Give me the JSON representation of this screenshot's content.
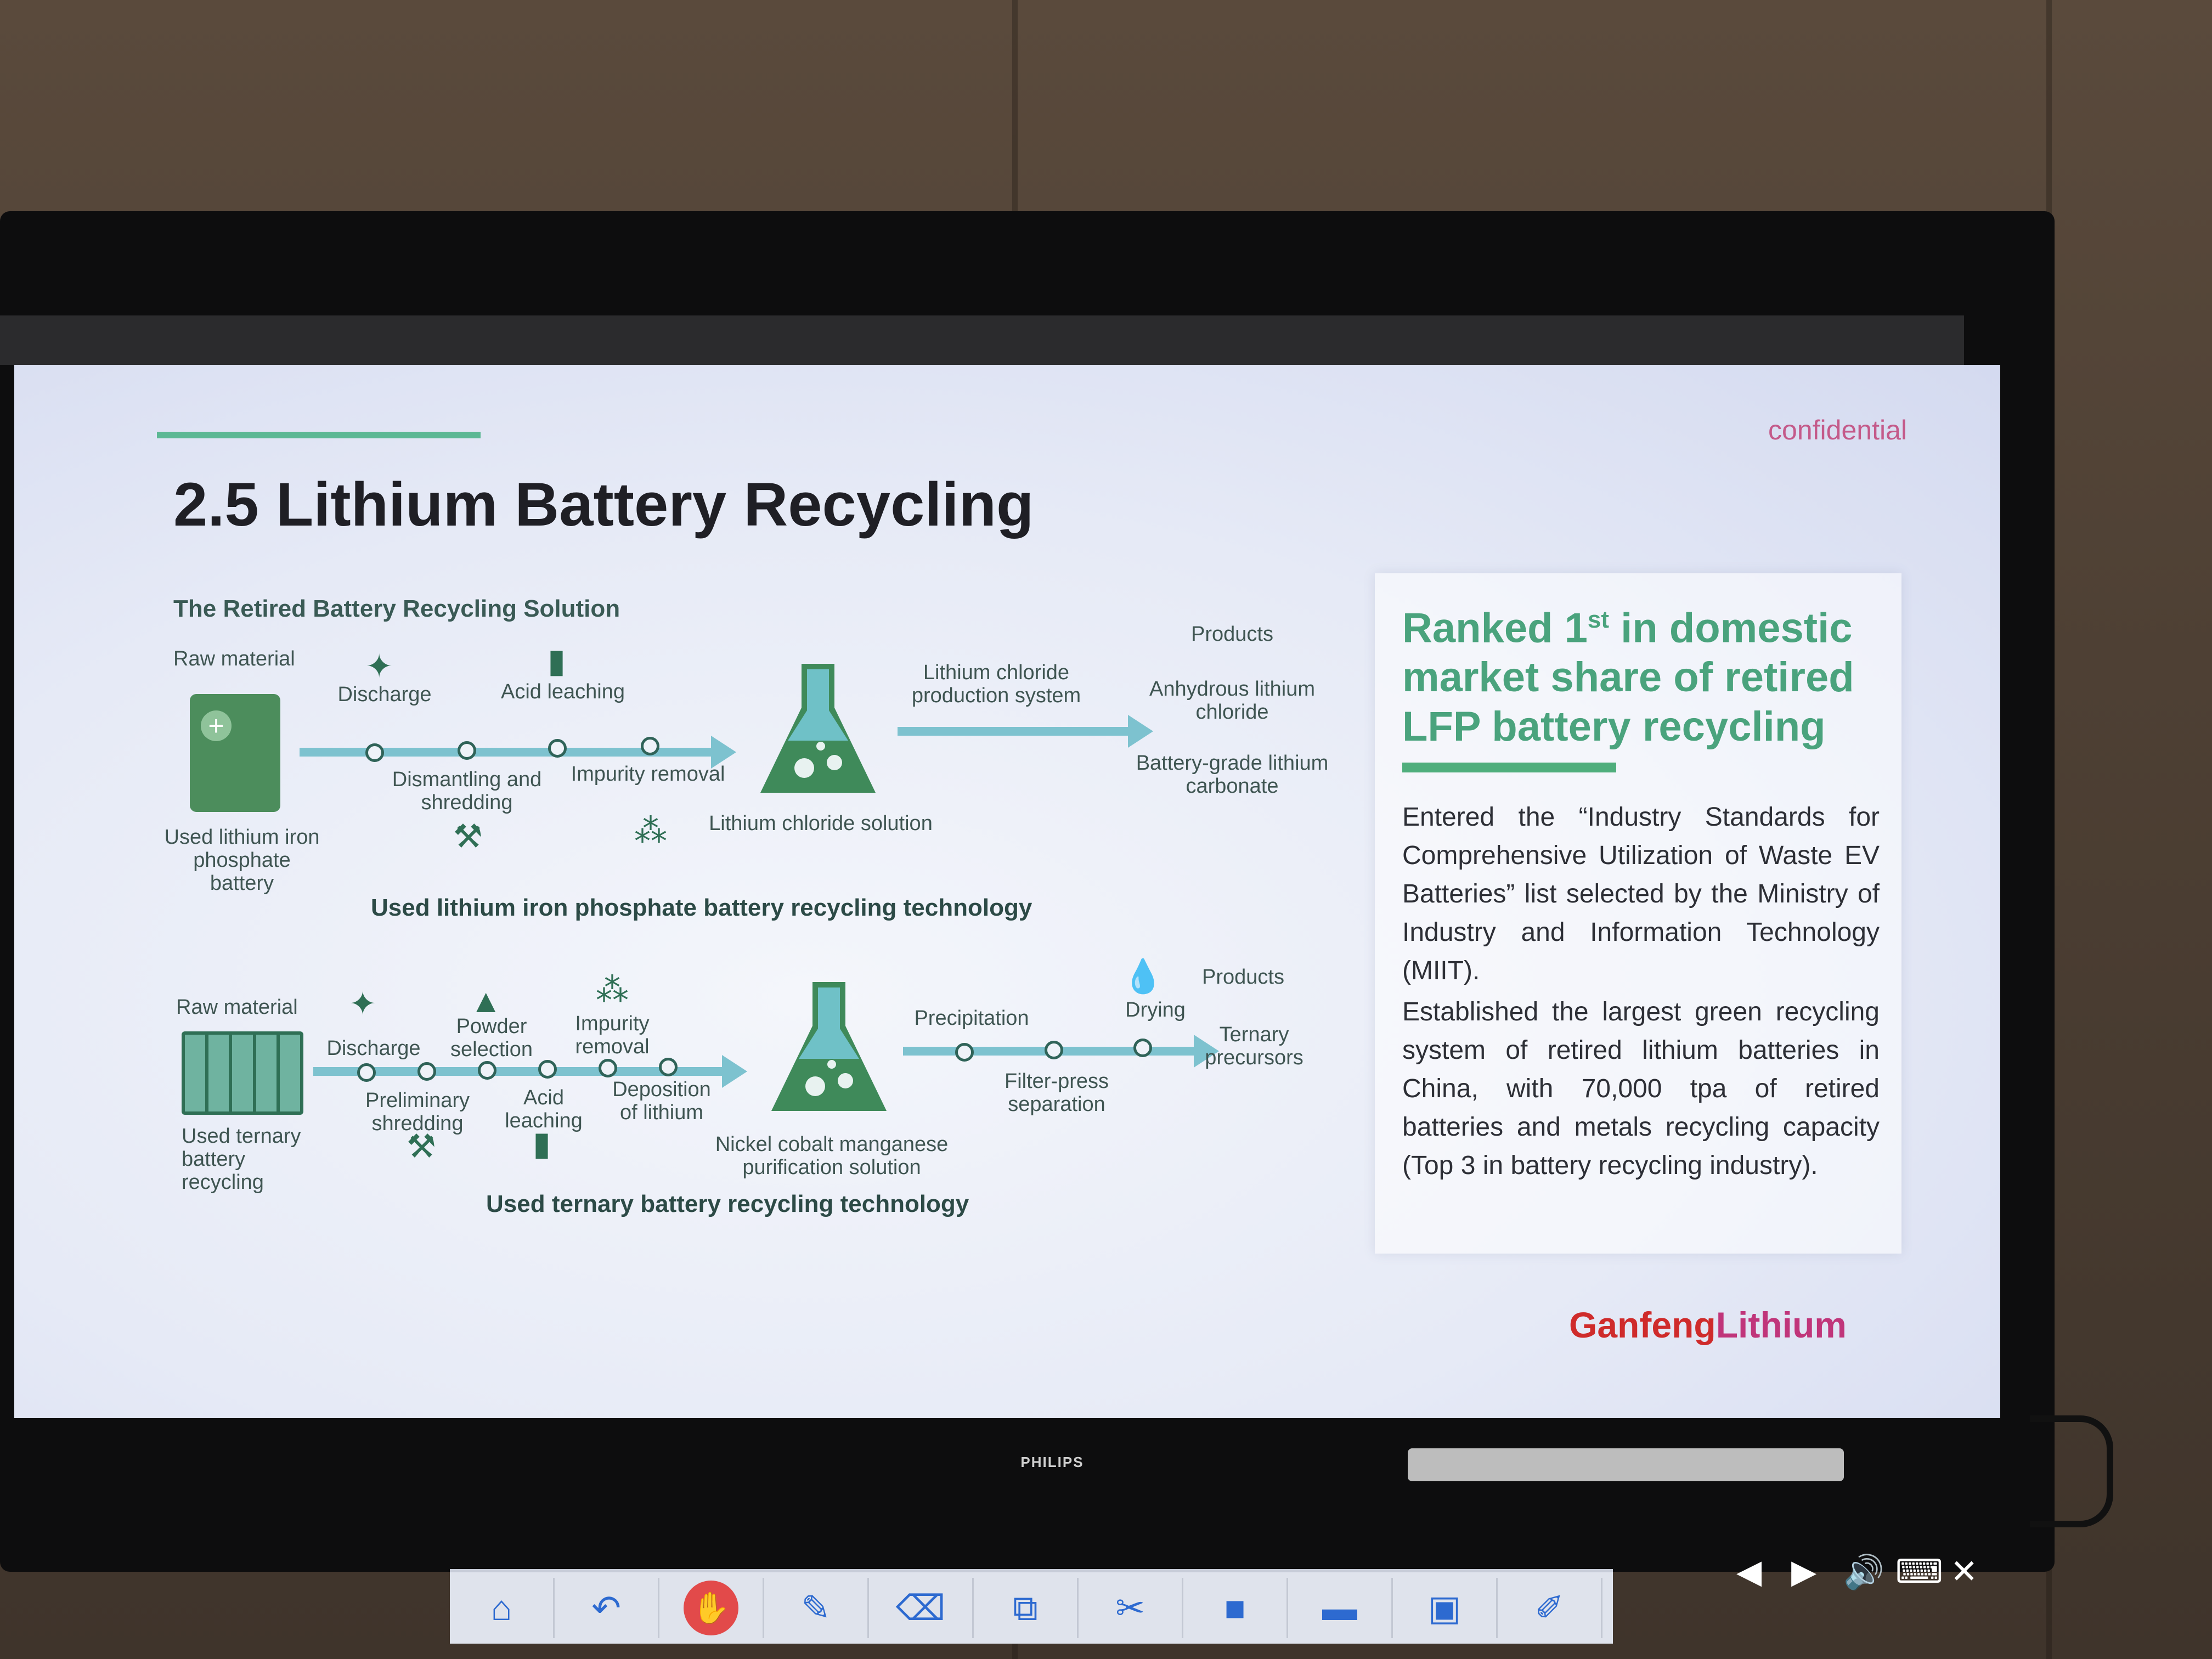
{
  "slide": {
    "confidential": "confidential",
    "title": "2.5 Lithium Battery Recycling",
    "subtitle": "The Retired Battery Recycling Solution",
    "lfp": {
      "raw_material": "Raw material",
      "battery_label": "Used lithium iron phosphate battery",
      "steps_top": [
        "Discharge",
        "Acid leaching"
      ],
      "steps_bottom": [
        "Dismantling and shredding",
        "Impurity removal"
      ],
      "solution": "Lithium chloride solution",
      "system": "Lithium chloride production system",
      "products_header": "Products",
      "products": [
        "Anhydrous lithium chloride",
        "Battery-grade lithium carbonate"
      ],
      "caption": "Used lithium iron phosphate battery recycling technology"
    },
    "ternary": {
      "raw_material": "Raw material",
      "battery_label": "Used ternary battery recycling",
      "steps_top": [
        "Discharge",
        "Powder selection",
        "Impurity removal"
      ],
      "steps_bottom": [
        "Preliminary shredding",
        "Acid leaching",
        "Deposition of lithium"
      ],
      "solution": "Nickel cobalt manganese purification solution",
      "post_top": [
        "Precipitation",
        "Drying"
      ],
      "post_bottom": [
        "Filter-press separation"
      ],
      "products_header": "Products",
      "products": [
        "Ternary precursors"
      ],
      "caption": "Used ternary battery recycling technology"
    },
    "panel": {
      "title_part1": "Ranked 1",
      "title_sup": "st",
      "title_part2": " in domestic market share of retired LFP battery recycling",
      "para1": "Entered the “Industry Standards for Comprehensive Utilization of Waste EV Batteries” list selected by the Ministry of Industry and Information Technology (MIIT).",
      "para2": "Established the largest green recycling system of retired lithium batteries in China, with 70,000 tpa of retired batteries and metals recycling capacity (Top 3 in battery recycling industry)."
    },
    "logo": {
      "part1": "Ganfeng",
      "part2": "Lithium"
    }
  },
  "monitor": {
    "brand": "PHILIPS"
  },
  "toolbar": {
    "tools": [
      "home-icon",
      "undo-icon",
      "hand-icon",
      "pen-icon",
      "eraser-icon",
      "crop-icon",
      "scissors-icon",
      "square-icon",
      "folder-icon",
      "save-icon",
      "edit-icon"
    ],
    "nav": [
      "previous-icon",
      "next-icon",
      "volume-icon",
      "keyboard-icon",
      "close-icon"
    ]
  },
  "colors": {
    "accent": "#5cb894",
    "panel_title": "#4aa37d",
    "flow_line": "#7dc2cf",
    "confidential": "#c45a8a",
    "logo_red": "#cf2b2b"
  }
}
